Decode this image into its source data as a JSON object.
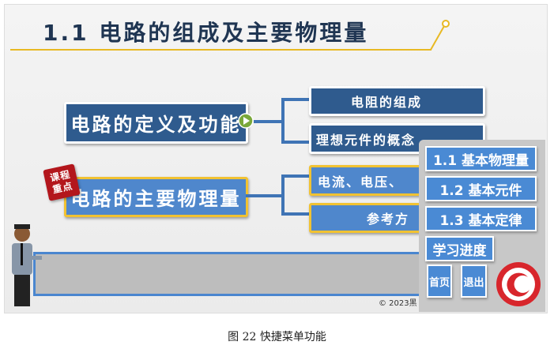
{
  "title": "1.1 电路的组成及主要物理量",
  "nodes": {
    "n1": "电路的定义及功能",
    "n1a": "电阻的组成",
    "n1b": "理想元件的概念",
    "n2": "电路的主要物理量",
    "n2a": "电流、电压、",
    "n2b": "参考方",
    "badge": "课程\n重点"
  },
  "menu": {
    "items": [
      "1.1 基本物理量",
      "1.2 基本元件",
      "1.3 基本定律",
      "学习进度"
    ],
    "home": "首页",
    "exit": "退出"
  },
  "copyright": "© 2023黑",
  "caption": "图 22  快捷菜单功能"
}
